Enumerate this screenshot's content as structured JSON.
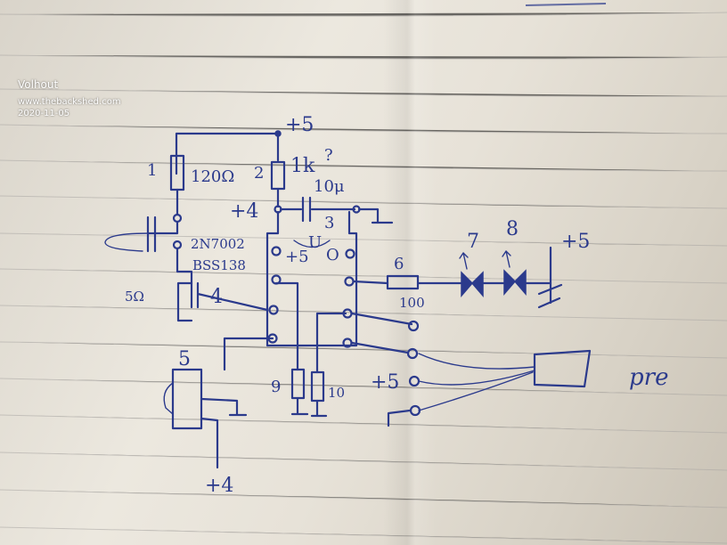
{
  "watermark": {
    "user": "Volhout",
    "site": "www.thebackshed.com",
    "date": "2020-11-05"
  },
  "schematic": {
    "rail_top": "+5",
    "rail_vcc_pin": "+4",
    "r1_ref": "1",
    "r1_value": "120Ω",
    "r2_ref": "2",
    "r2_value": "1k",
    "r2_question": "?",
    "c_value": "10μ",
    "chip_ref": "3",
    "chip_supply": "+5",
    "chip_mark": "U",
    "chip_o": "O",
    "mosfet_a": "2N7002",
    "mosfet_b": "BSS138",
    "pin_label": "4",
    "shunt_label": "5Ω",
    "r6_ref": "6",
    "r6_value": "100",
    "led7_ref": "7",
    "led8_ref": "8",
    "rail_right": "+5",
    "connector_ref": "5",
    "r9_ref": "9",
    "r10_ref": "10",
    "conn_plus": "+5",
    "rail_bottom": "+4",
    "cable_label": "pre"
  }
}
